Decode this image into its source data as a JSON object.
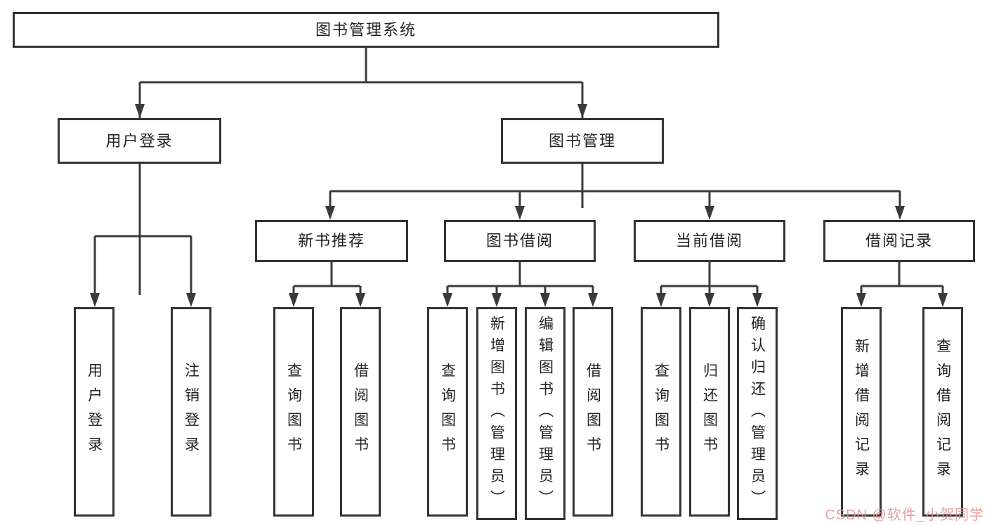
{
  "nodes": {
    "root": "图书管理系统",
    "user_login": "用户登录",
    "book_management": "图书管理",
    "new_book_rec": "新书推荐",
    "book_borrow": "图书借阅",
    "current_borrow": "当前借阅",
    "borrow_records": "借阅记录",
    "ul_login": "用户登录",
    "ul_logout": "注销登录",
    "nb_query": "查询图书",
    "nb_borrow": "借阅图书",
    "bb_query": "查询图书",
    "bb_add": "新增图书（管理员）",
    "bb_edit": "编辑图书（管理员）",
    "bb_borrow": "借阅图书",
    "cb_query": "查询图书",
    "cb_return": "归还图书",
    "cb_confirm": "确认归还（管理员）",
    "br_add": "新增借阅记录",
    "br_query": "查询借阅记录"
  },
  "hierarchy": {
    "图书管理系统": {
      "用户登录": [
        "用户登录",
        "注销登录"
      ],
      "图书管理": {
        "新书推荐": [
          "查询图书",
          "借阅图书"
        ],
        "图书借阅": [
          "查询图书",
          "新增图书（管理员）",
          "编辑图书（管理员）",
          "借阅图书"
        ],
        "当前借阅": [
          "查询图书",
          "归还图书",
          "确认归还（管理员）"
        ],
        "借阅记录": [
          "新增借阅记录",
          "查询借阅记录"
        ]
      }
    }
  },
  "watermark": "CSDN @软件_小贺同学",
  "colors": {
    "line": "#3a3a3a",
    "border": "#333333",
    "text": "#222222",
    "watermark": "#de9191"
  }
}
